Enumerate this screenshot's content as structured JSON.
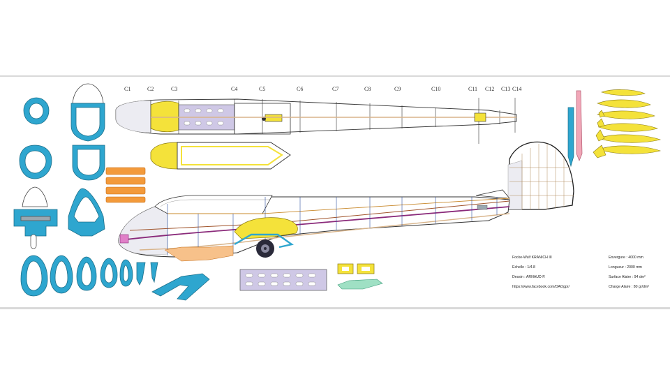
{
  "plan": {
    "frames": [
      "C1",
      "C2",
      "C3",
      "C4",
      "C5",
      "C6",
      "C7",
      "C8",
      "C9",
      "C10",
      "C11",
      "C12",
      "C13",
      "C14"
    ],
    "info_left": {
      "model": "Focke-Wulf KRANICH III",
      "scale": "Echelle : 1/4.8",
      "designer": "Dessin : ARNAUD P.",
      "link": "https://www.facebook.com/DAOgpr/"
    },
    "info_right": {
      "span": "Envergure : 4000 mm",
      "length": "Longueur : 2000 mm",
      "wing_area": "Surface Alaire : 94 dm²",
      "wing_loading": "Charge Alaire : 80 gr/dm²"
    }
  },
  "colors": {
    "frame_blue": "#2ea6cf",
    "outline_dark": "#2a2a2a",
    "yellow": "#f4e23a",
    "lavender": "#cfc8e6",
    "orange": "#f39a3b",
    "purple": "#8a2a7a",
    "tan": "#d8b48a",
    "pink": "#f1a7b8",
    "mint": "#9fe0c4",
    "gray_fill": "#e9e9ef"
  }
}
